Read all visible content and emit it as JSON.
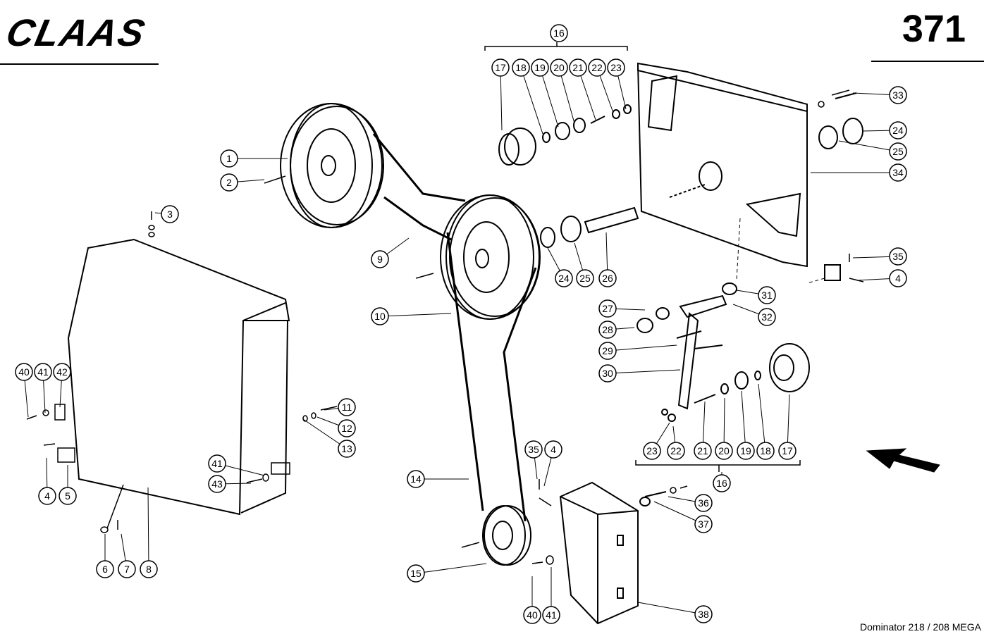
{
  "header": {
    "brand": "CLAAS",
    "page_number": "371"
  },
  "footer": {
    "model": "Dominator 218 / 208 MEGA"
  },
  "callouts": [
    "1",
    "2",
    "3",
    "4",
    "5",
    "6",
    "7",
    "8",
    "9",
    "10",
    "11",
    "12",
    "13",
    "14",
    "15",
    "16",
    "17",
    "18",
    "19",
    "20",
    "21",
    "22",
    "23",
    "24",
    "25",
    "26",
    "27",
    "28",
    "29",
    "30",
    "31",
    "32",
    "33",
    "34",
    "35",
    "36",
    "37",
    "38",
    "40",
    "41",
    "42",
    "43"
  ],
  "icons": {
    "direction_arrow": "arrow-up-left-icon"
  }
}
